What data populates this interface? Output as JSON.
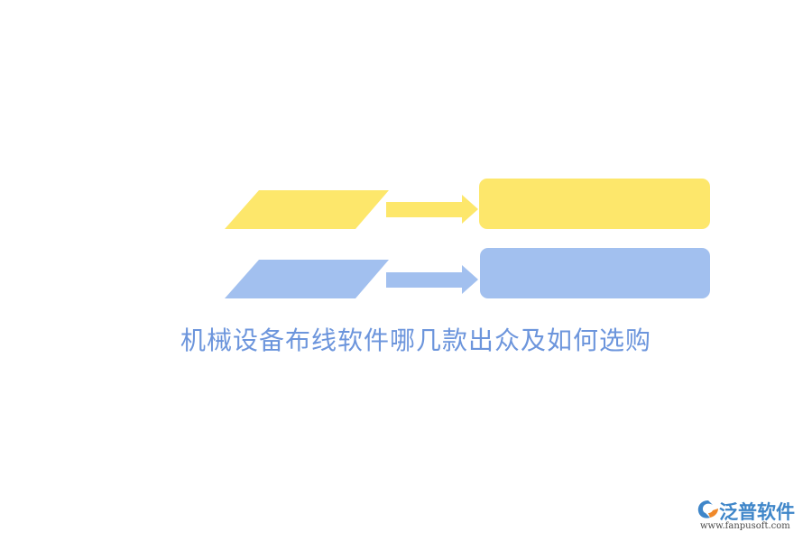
{
  "title": "机械设备布线软件哪几款出众及如何选购",
  "logo": {
    "name": "泛普软件",
    "url": "www.fanpusoft.com"
  },
  "colors": {
    "yellow": "#fde76b",
    "blue": "#a2c0ef",
    "title": "#6c95dc",
    "logo_blue": "#3f86c9",
    "logo_orange": "#f0892a"
  },
  "icons": [
    "logo-mark-icon",
    "arrow-right-icon"
  ]
}
